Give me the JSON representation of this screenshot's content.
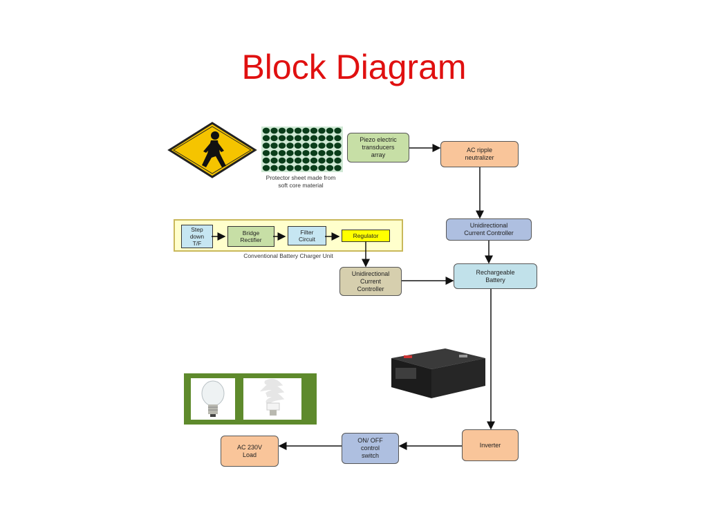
{
  "title": "Block Diagram",
  "blocks": {
    "piezo": "Piezo electric\ntransducers\narray",
    "ac_ripple": "AC ripple\nneutralizer",
    "uni_current_1": "Unidirectional\nCurrent Controller",
    "rechargeable": "Rechargeable\nBattery",
    "uni_current_2": "Unidirectional\nCurrent\nController",
    "inverter": "Inverter",
    "switch": "ON/ OFF\ncontrol\nswitch",
    "load": "AC 230V\nLoad"
  },
  "charger": {
    "step_down": "Step\ndown\nT/F",
    "bridge": "Bridge\nRectifier",
    "filter": "Filter\nCircuit",
    "regulator": "Regulator",
    "caption": "Conventional Battery Charger Unit"
  },
  "protector_caption": "Protector sheet made from\nsoft core material",
  "colors": {
    "title": "#e01010",
    "green_block": "#c7dfa6",
    "orange_block": "#f9c59a",
    "blue_block": "#aebfe0",
    "light_blue_block": "#c1e1ea",
    "tan_block": "#d6cfae",
    "charger_bg": "#ffffcc",
    "regulator": "#ffff00",
    "charger_blue": "#c6e6f2",
    "charger_green": "#c7dfa6",
    "bulb_panel": "#5e8a2c"
  }
}
